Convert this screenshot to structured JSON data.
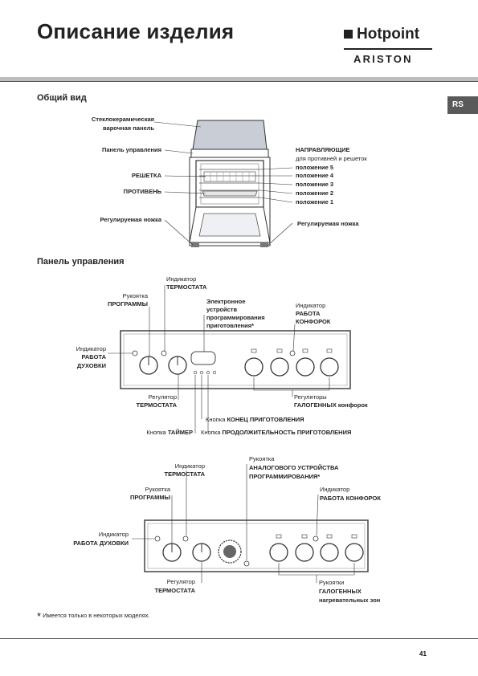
{
  "header": {
    "title": "Описание изделия",
    "brand": "Hotpoint",
    "brand_sub": "ARISTON",
    "lang_tab": "RS"
  },
  "overview": {
    "heading": "Общий вид",
    "labels": {
      "glass_ceramic_1": "Стеклокерамическая",
      "glass_ceramic_2": "варочная панель",
      "control_panel": "Панель управления",
      "grill": "РЕШЕТКА",
      "tray": "ПРОТИВЕНЬ",
      "adj_foot_left": "Регулируемая ножка",
      "guides": "НАПРАВЛЯЮЩИЕ",
      "guides_sub": "для противней и решеток",
      "pos5": "положение 5",
      "pos4": "положение 4",
      "pos3": "положение 3",
      "pos2": "положение 2",
      "pos1": "положение 1",
      "adj_foot_right": "Регулируемая ножка"
    }
  },
  "panel": {
    "heading": "Панель управления",
    "top": {
      "thermo_ind_1": "Индикатор",
      "thermo_ind_2": "ТЕРМОСТАТА",
      "prog_knob_1": "Рукоятка",
      "prog_knob_2": "ПРОГРАММЫ",
      "electronic_1": "Электронное",
      "electronic_2": "устройств",
      "electronic_3": "программирования",
      "electronic_4": "приготовления*",
      "hob_ind_1": "Индикатор",
      "hob_ind_2": "РАБОТА",
      "hob_ind_3": "КОНФОРОК",
      "oven_ind_1": "Индикатор",
      "oven_ind_2": "РАБОТА",
      "oven_ind_3": "ДУХОВКИ",
      "thermo_reg_1": "Регулятор",
      "thermo_reg_2": "ТЕРМОСТАТА",
      "halogen_1": "Регуляторы",
      "halogen_2": "ГАЛОГЕННЫХ",
      "halogen_3": "конфорок",
      "end_btn_1": "Кнопка",
      "end_btn_2": "КОНЕЦ ПРИГОТОВЛЕНИЯ",
      "timer_btn_1": "Кнопка",
      "timer_btn_2": "ТАЙМЕР",
      "duration_btn_1": "Кнопка",
      "duration_btn_2": "ПРОДОЛЖИТЕЛЬНОСТЬ ПРИГОТОВЛЕНИЯ"
    },
    "bottom": {
      "thermo_ind_1": "Индикатор",
      "thermo_ind_2": "ТЕРМОСТАТА",
      "prog_knob_1": "Рукоятка",
      "prog_knob_2": "ПРОГРАММЫ",
      "analog_1": "Рукоятка",
      "analog_2": "АНАЛОГОВОГО УСТРОЙСТВА",
      "analog_3": "ПРОГРАММИРОВАНИЯ*",
      "hob_ind_1": "Индикатор",
      "hob_ind_2": "РАБОТА КОНФОРОК",
      "oven_ind_1": "Индикатор",
      "oven_ind_2": "РАБОТА ДУХОВКИ",
      "thermo_reg_1": "Регулятор",
      "thermo_reg_2": "ТЕРМОСТАТА",
      "zones_1": "Рукоятки",
      "zones_2": "ГАЛОГЕННЫХ",
      "zones_3": "нагревательных зон"
    }
  },
  "footer": {
    "note": "Имеется только в некоторых моделях.",
    "note_mark": "*",
    "page_number": "41"
  }
}
